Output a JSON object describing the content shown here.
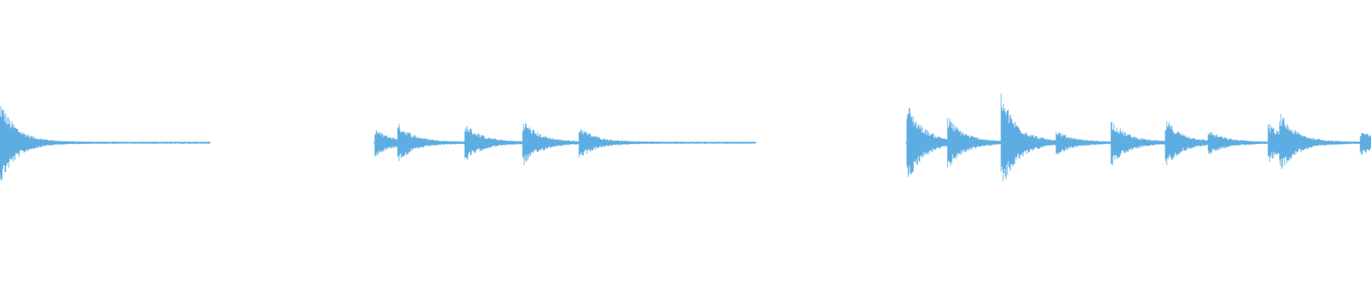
{
  "waveform": {
    "color": "#5dade2",
    "background": "#ffffff",
    "duration": 100,
    "amplitude_max": 1,
    "segments": [
      {
        "start": 0.0,
        "end": 15.3,
        "onsets": [
          0.0
        ],
        "peaks": [
          0.3
        ]
      },
      {
        "start": 27.3,
        "end": 55.1,
        "onsets": [
          27.3,
          29.0,
          33.9,
          38.1,
          42.2
        ],
        "peaks": [
          0.1,
          0.14,
          0.14,
          0.17,
          0.12
        ]
      },
      {
        "start": 66.1,
        "end": 100.0,
        "onsets": [
          66.1,
          69.1,
          73.0,
          77.0,
          81.0,
          85.0,
          88.1,
          92.5,
          93.3,
          99.2
        ],
        "peaks": [
          0.3,
          0.19,
          0.36,
          0.09,
          0.17,
          0.17,
          0.09,
          0.14,
          0.22,
          0.09
        ]
      }
    ]
  }
}
